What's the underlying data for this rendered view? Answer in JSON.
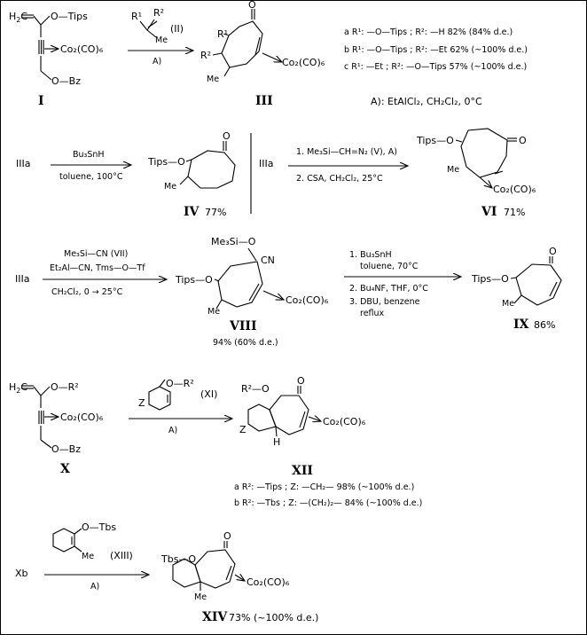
{
  "section1": {
    "sm_enol": "O—Tips",
    "sm_complex": "Co₂(CO)₆",
    "sm_ester": "O—Bz",
    "sm_label": "I",
    "reagent_r1": "R¹",
    "reagent_r2": "R²",
    "reagent_me": "Me",
    "reagent_label": "(II)",
    "arrow_condition": "A)",
    "prod_r1": "R¹",
    "prod_r2": "R²",
    "prod_me": "Me",
    "prod_complex": "Co₂(CO)₆",
    "prod_label": "III",
    "variant_a": "a  R¹: —O—Tips ;  R²: —H     82% (84% d.e.)",
    "variant_b": "b  R¹: —O—Tips ;  R²: —Et    62% (~100% d.e.)",
    "variant_c": "c  R¹: —Et ;  R²: —O—Tips   57% (~100% d.e.)",
    "condition_A": "A): EtAlCl₂,  CH₂Cl₂,  0°C"
  },
  "section2": {
    "left_start": "IIIa",
    "left_reagent": "Bu₃SnH",
    "left_condition": "toluene,  100°C",
    "left_tips": "Tips—O",
    "left_me": "Me",
    "left_label": "IV",
    "left_yield": "77%",
    "right_start": "IIIa",
    "right_step1": "1.  Me₃Si—CH=N₂ (V),  A)",
    "right_step2": "2.  CSA,  CH₂Cl₂,  25°C",
    "right_tips": "Tips—O",
    "right_me": "Me",
    "right_complex": "Co₂(CO)₆",
    "right_label": "VI",
    "right_yield": "71%"
  },
  "section3": {
    "start": "IIIa",
    "reagent1": "Me₃Si—CN  (VII)",
    "reagent2": "Et₂Al—CN,  Tms—O—Tf",
    "condition": "CH₂Cl₂,   0 → 25°C",
    "tms_group": "Me₃Si—O",
    "cn": "CN",
    "tips": "Tips—O",
    "me": "Me",
    "complex": "Co₂(CO)₆",
    "label": "VIII",
    "yield": "94% (60% d.e.)",
    "step1": "1.  Bu₃SnH",
    "step1b": "toluene,  70°C",
    "step2": "2.  Bu₄NF,  THF,  0°C",
    "step3": "3.  DBU,  benzene",
    "step3b": "reflux",
    "prod_tips": "Tips—O",
    "prod_me": "Me",
    "prod_label": "IX",
    "prod_yield": "86%"
  },
  "section4": {
    "sm_r2": "O—R²",
    "sm_complex": "Co₂(CO)₆",
    "sm_ester": "O—Bz",
    "sm_label": "X",
    "reagent_or2": "O—R²",
    "reagent_z": "Z",
    "reagent_label": "(XI)",
    "arrow_condition": "A)",
    "prod_r2o": "R²—O",
    "prod_z": "Z",
    "prod_h": "H",
    "prod_complex": "Co₂(CO)₆",
    "prod_label": "XII",
    "variant_a": "a  R²: —Tips ;  Z: —CH₂—        98% (~100% d.e.)",
    "variant_b": "b  R²: —Tbs ;  Z: —(CH₂)₂—    84% (~100% d.e.)"
  },
  "section5": {
    "start": "Xb",
    "reagent_otbs": "O—Tbs",
    "reagent_me": "Me",
    "reagent_label": "(XIII)",
    "arrow_condition": "A)",
    "prod_tbs": "Tbs—O",
    "prod_me": "Me",
    "prod_complex": "Co₂(CO)₆",
    "prod_label": "XIV",
    "prod_yield": "73% (~100% d.e.)"
  }
}
